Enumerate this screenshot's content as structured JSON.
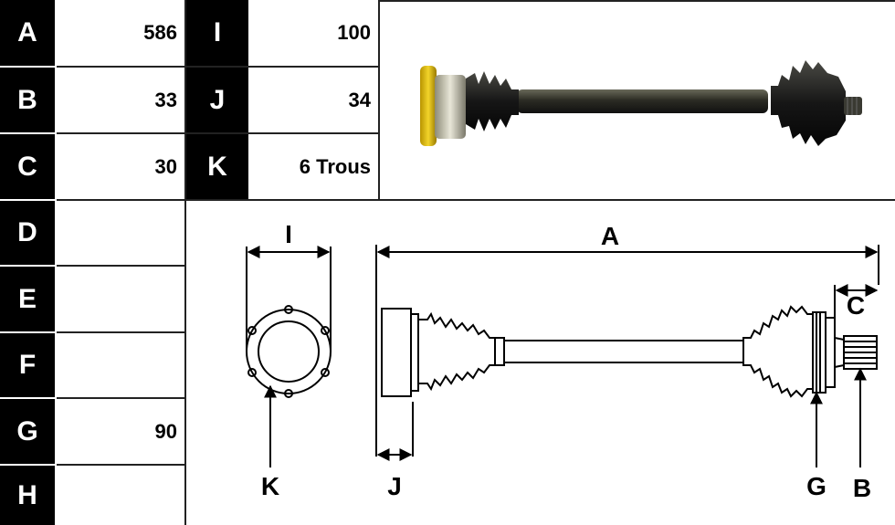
{
  "table": {
    "left_keys": [
      "A",
      "B",
      "C",
      "D",
      "E",
      "F",
      "G",
      "H"
    ],
    "left_values": [
      "586",
      "33",
      "30",
      "",
      "",
      "",
      "90",
      ""
    ],
    "mid_keys": [
      "I",
      "J",
      "K"
    ],
    "mid_values": [
      "100",
      "34",
      "6 Trous"
    ]
  },
  "diagram": {
    "labels": {
      "A": "A",
      "B": "B",
      "C": "C",
      "G": "G",
      "I": "I",
      "J": "J",
      "K": "K"
    }
  }
}
